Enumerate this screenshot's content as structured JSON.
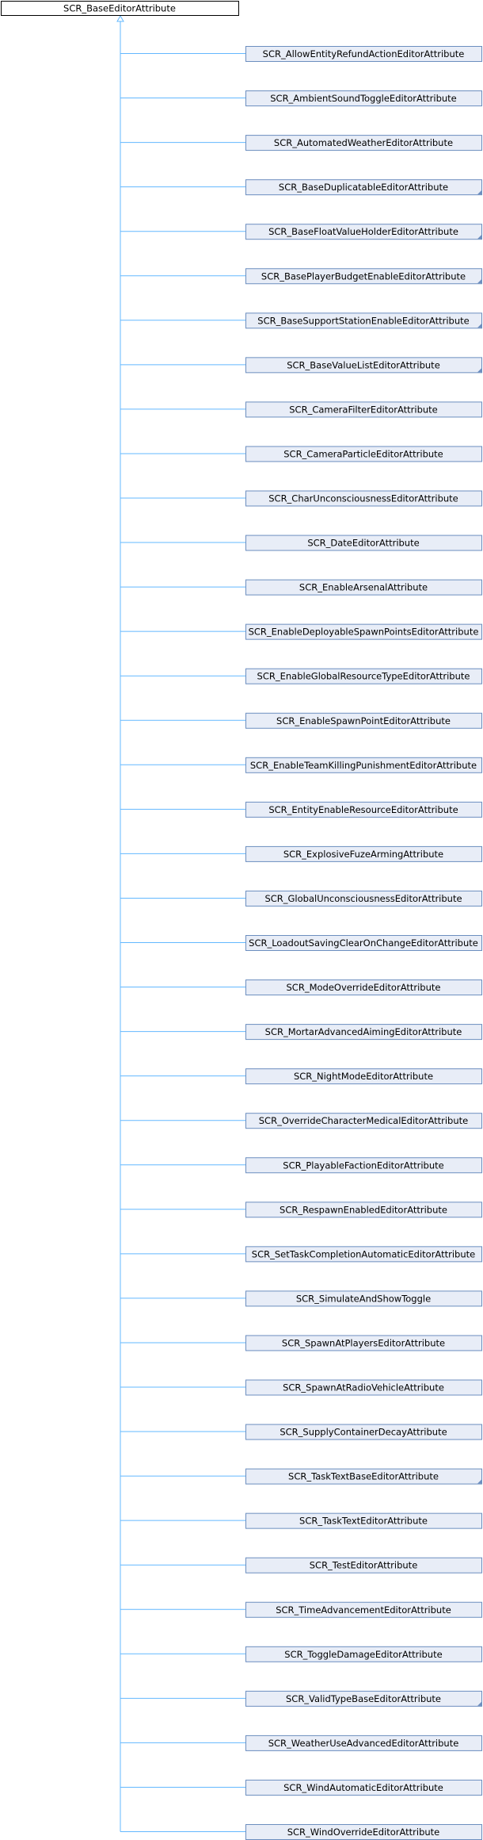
{
  "diagram": {
    "root": {
      "label": "SCR_BaseEditorAttribute",
      "has_children_marker": false
    },
    "children": [
      {
        "label": "SCR_AllowEntityRefundActionEditorAttribute",
        "has_children_marker": false
      },
      {
        "label": "SCR_AmbientSoundToggleEditorAttribute",
        "has_children_marker": false
      },
      {
        "label": "SCR_AutomatedWeatherEditorAttribute",
        "has_children_marker": false
      },
      {
        "label": "SCR_BaseDuplicatableEditorAttribute",
        "has_children_marker": true
      },
      {
        "label": "SCR_BaseFloatValueHolderEditorAttribute",
        "has_children_marker": true
      },
      {
        "label": "SCR_BasePlayerBudgetEnableEditorAttribute",
        "has_children_marker": true
      },
      {
        "label": "SCR_BaseSupportStationEnableEditorAttribute",
        "has_children_marker": true
      },
      {
        "label": "SCR_BaseValueListEditorAttribute",
        "has_children_marker": true
      },
      {
        "label": "SCR_CameraFilterEditorAttribute",
        "has_children_marker": false
      },
      {
        "label": "SCR_CameraParticleEditorAttribute",
        "has_children_marker": false
      },
      {
        "label": "SCR_CharUnconsciousnessEditorAttribute",
        "has_children_marker": false
      },
      {
        "label": "SCR_DateEditorAttribute",
        "has_children_marker": false
      },
      {
        "label": "SCR_EnableArsenalAttribute",
        "has_children_marker": false
      },
      {
        "label": "SCR_EnableDeployableSpawnPointsEditorAttribute",
        "has_children_marker": false
      },
      {
        "label": "SCR_EnableGlobalResourceTypeEditorAttribute",
        "has_children_marker": false
      },
      {
        "label": "SCR_EnableSpawnPointEditorAttribute",
        "has_children_marker": false
      },
      {
        "label": "SCR_EnableTeamKillingPunishmentEditorAttribute",
        "has_children_marker": false
      },
      {
        "label": "SCR_EntityEnableResourceEditorAttribute",
        "has_children_marker": false
      },
      {
        "label": "SCR_ExplosiveFuzeArmingAttribute",
        "has_children_marker": false
      },
      {
        "label": "SCR_GlobalUnconsciousnessEditorAttribute",
        "has_children_marker": false
      },
      {
        "label": "SCR_LoadoutSavingClearOnChangeEditorAttribute",
        "has_children_marker": false
      },
      {
        "label": "SCR_ModeOverrideEditorAttribute",
        "has_children_marker": false
      },
      {
        "label": "SCR_MortarAdvancedAimingEditorAttribute",
        "has_children_marker": false
      },
      {
        "label": "SCR_NightModeEditorAttribute",
        "has_children_marker": false
      },
      {
        "label": "SCR_OverrideCharacterMedicalEditorAttribute",
        "has_children_marker": false
      },
      {
        "label": "SCR_PlayableFactionEditorAttribute",
        "has_children_marker": false
      },
      {
        "label": "SCR_RespawnEnabledEditorAttribute",
        "has_children_marker": false
      },
      {
        "label": "SCR_SetTaskCompletionAutomaticEditorAttribute",
        "has_children_marker": false
      },
      {
        "label": "SCR_SimulateAndShowToggle",
        "has_children_marker": false
      },
      {
        "label": "SCR_SpawnAtPlayersEditorAttribute",
        "has_children_marker": false
      },
      {
        "label": "SCR_SpawnAtRadioVehicleAttribute",
        "has_children_marker": false
      },
      {
        "label": "SCR_SupplyContainerDecayAttribute",
        "has_children_marker": false
      },
      {
        "label": "SCR_TaskTextBaseEditorAttribute",
        "has_children_marker": true
      },
      {
        "label": "SCR_TaskTextEditorAttribute",
        "has_children_marker": false
      },
      {
        "label": "SCR_TestEditorAttribute",
        "has_children_marker": false
      },
      {
        "label": "SCR_TimeAdvancementEditorAttribute",
        "has_children_marker": false
      },
      {
        "label": "SCR_ToggleDamageEditorAttribute",
        "has_children_marker": false
      },
      {
        "label": "SCR_ValidTypeBaseEditorAttribute",
        "has_children_marker": true
      },
      {
        "label": "SCR_WeatherUseAdvancedEditorAttribute",
        "has_children_marker": false
      },
      {
        "label": "SCR_WindAutomaticEditorAttribute",
        "has_children_marker": false
      },
      {
        "label": "SCR_WindOverrideEditorAttribute",
        "has_children_marker": false
      }
    ],
    "colors": {
      "root_fill": "#ffffff",
      "root_border": "#000000",
      "child_fill": "#e8edf7",
      "child_border": "#6c8ebf",
      "connector": "#63b8ff",
      "marker": "#6c8ebf"
    }
  }
}
